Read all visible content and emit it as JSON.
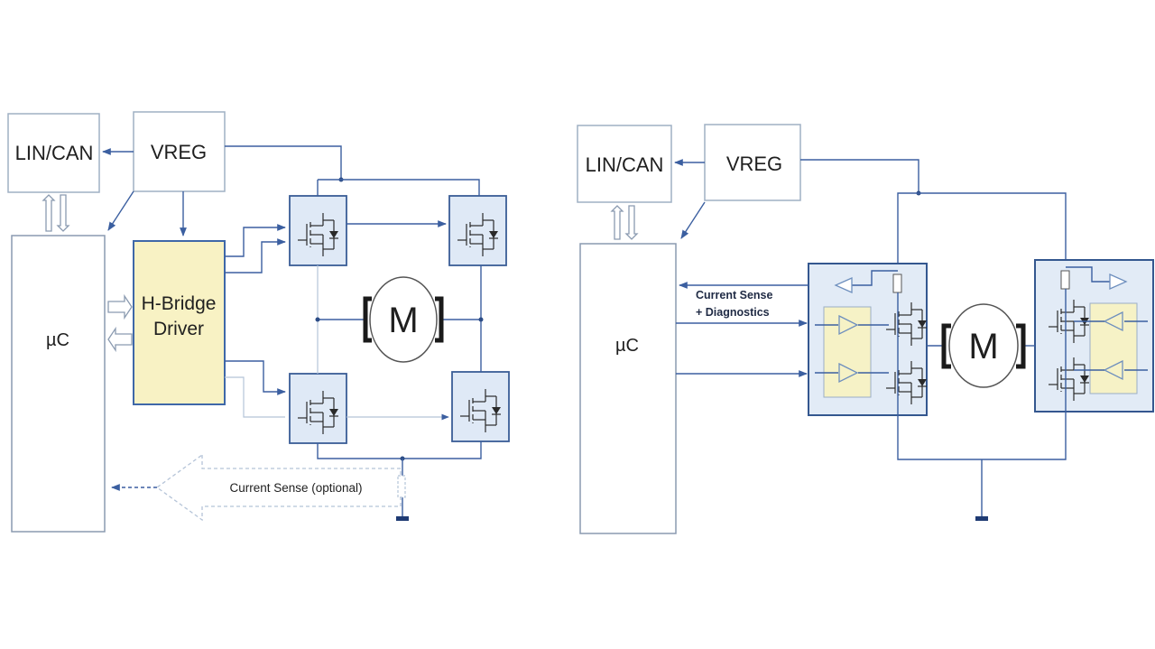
{
  "left": {
    "lin_can": "LIN/CAN",
    "vreg": "VREG",
    "mcu": "µC",
    "driver_line1": "H-Bridge",
    "driver_line2": "Driver",
    "motor": "M",
    "current_sense": "Current Sense (optional)"
  },
  "right": {
    "lin_can": "LIN/CAN",
    "vreg": "VREG",
    "mcu": "µC",
    "sense_line1": "Current Sense",
    "sense_line2": "+ Diagnostics",
    "motor": "M"
  },
  "colors": {
    "wire": "#3b5fa0",
    "driver_fill": "#f8f2c4",
    "mosfet_fill": "#dfe9f6"
  }
}
